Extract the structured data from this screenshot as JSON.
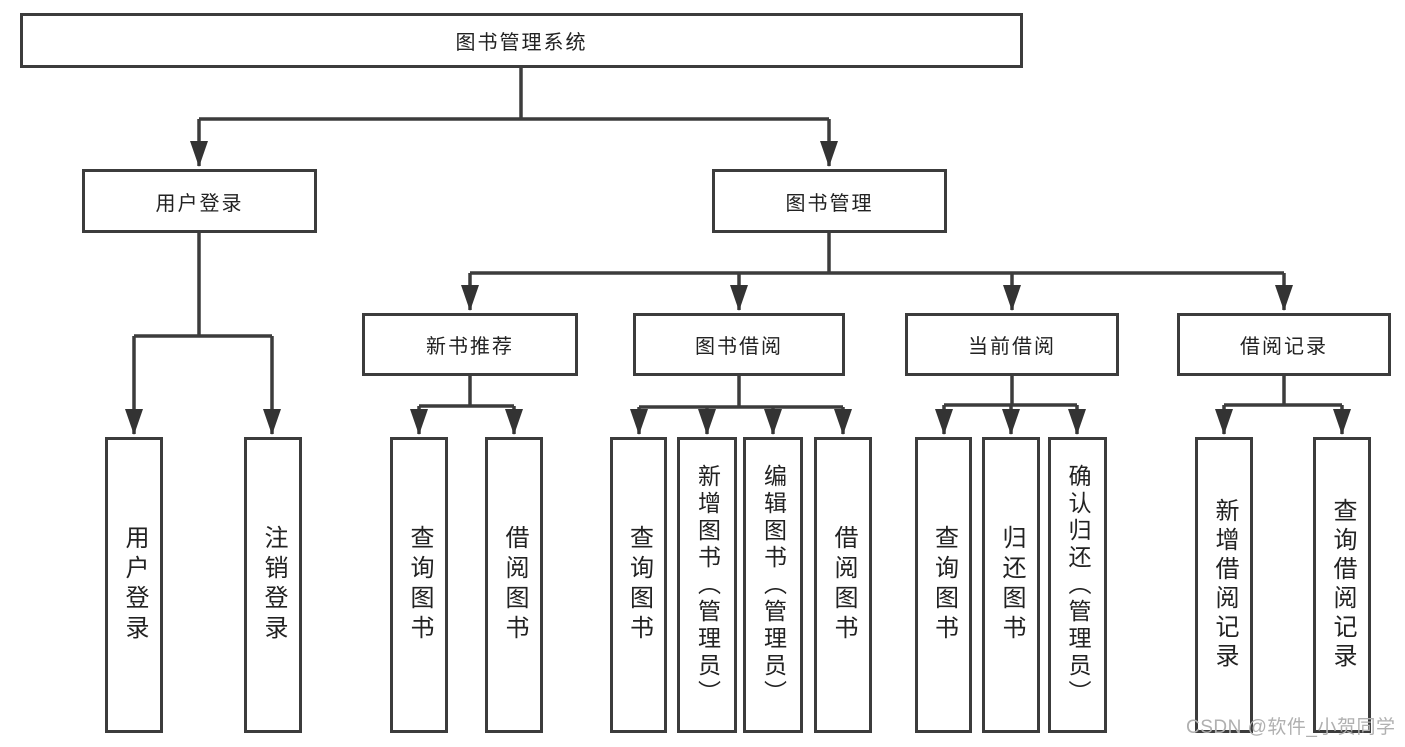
{
  "diagram_title": "图书管理系统",
  "tree": {
    "root": {
      "label": "图书管理系统"
    },
    "branches": [
      {
        "label": "用户登录",
        "children": [
          {
            "label": "用户登录"
          },
          {
            "label": "注销登录"
          }
        ]
      },
      {
        "label": "图书管理",
        "children": [
          {
            "label": "新书推荐",
            "children": [
              {
                "label": "查询图书"
              },
              {
                "label": "借阅图书"
              }
            ]
          },
          {
            "label": "图书借阅",
            "children": [
              {
                "label": "查询图书"
              },
              {
                "label": "新增图书（管理员）"
              },
              {
                "label": "编辑图书（管理员）"
              },
              {
                "label": "借阅图书"
              }
            ]
          },
          {
            "label": "当前借阅",
            "children": [
              {
                "label": "查询图书"
              },
              {
                "label": "归还图书"
              },
              {
                "label": "确认归还（管理员）"
              }
            ]
          },
          {
            "label": "借阅记录",
            "children": [
              {
                "label": "新增借阅记录"
              },
              {
                "label": "查询借阅记录"
              }
            ]
          }
        ]
      }
    ]
  },
  "watermark": {
    "text": "CSDN @软件_小贺同学"
  },
  "colors": {
    "line": "#3c3c3c",
    "box_border": "#3c3c3c",
    "text": "#222222",
    "background": "#ffffff",
    "watermark": "#b0b0b0"
  }
}
